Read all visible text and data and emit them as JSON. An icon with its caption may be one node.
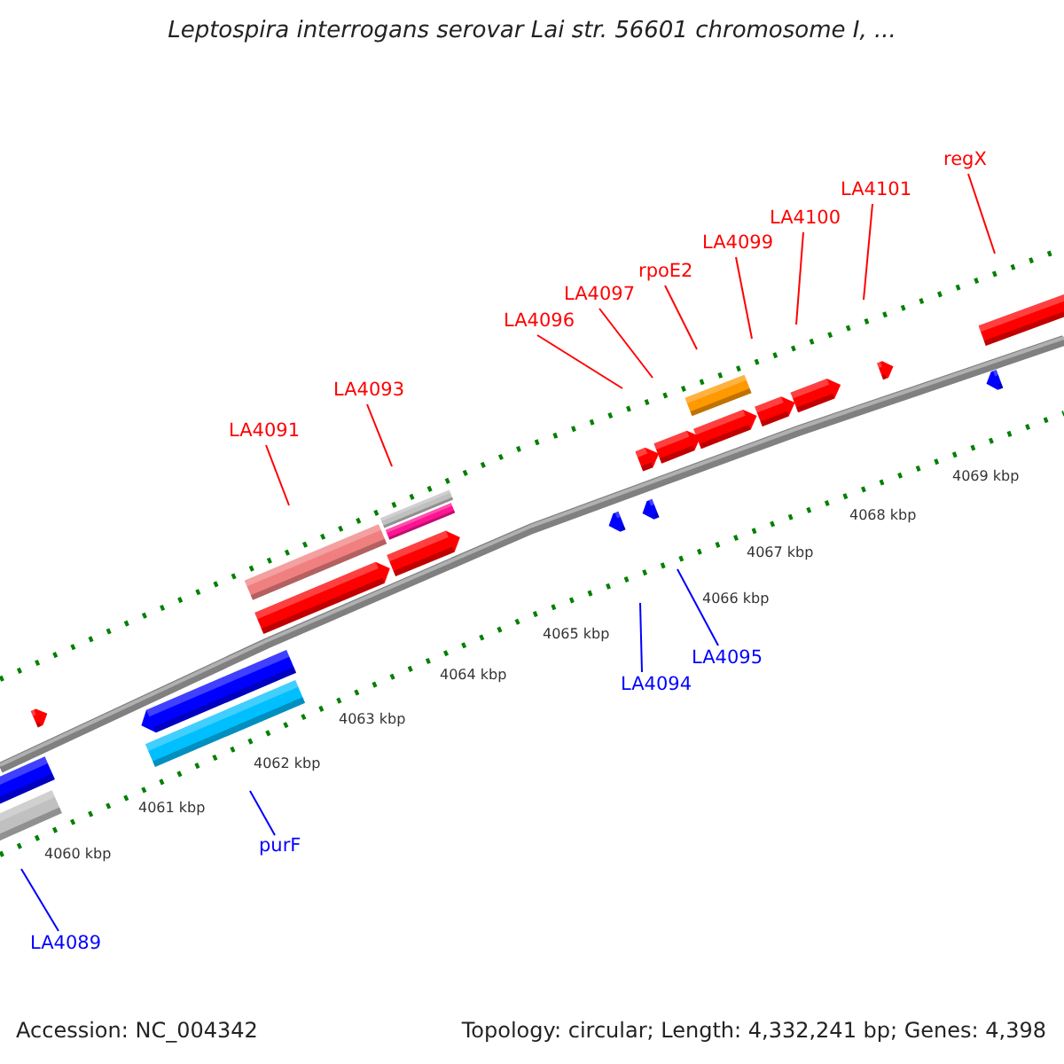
{
  "diagram": {
    "title": "Leptospira interrogans serovar Lai str. 56601 chromosome I, ...",
    "nodes": [
      {
        "text": [
          "regX"
        ]
      },
      {
        "text": [
          "LA4101"
        ]
      },
      {
        "text": [
          "LA4100"
        ]
      },
      {
        "text": [
          "LA4099"
        ]
      },
      {
        "text": [
          "rpoE2"
        ]
      },
      {
        "text": [
          "LA4097"
        ]
      },
      {
        "text": [
          "LA4096"
        ]
      },
      {
        "text": [
          "LA4093"
        ]
      },
      {
        "text": [
          "LA4091"
        ]
      },
      {
        "text": [
          "LA4095"
        ]
      },
      {
        "text": [
          "LA4094"
        ]
      },
      {
        "text": [
          "purF"
        ]
      },
      {
        "text": [
          "LA4089"
        ]
      }
    ],
    "edges": [
      {
        "from": 0,
        "to": null,
        "arrow": "none"
      },
      {
        "from": 1,
        "to": null,
        "arrow": "none"
      },
      {
        "from": 2,
        "to": null,
        "arrow": "none"
      },
      {
        "from": 3,
        "to": null,
        "arrow": "none"
      },
      {
        "from": 4,
        "to": null,
        "arrow": "none"
      },
      {
        "from": 5,
        "to": null,
        "arrow": "none"
      },
      {
        "from": 6,
        "to": null,
        "arrow": "none"
      },
      {
        "from": 7,
        "to": null,
        "arrow": "none"
      },
      {
        "from": 8,
        "to": null,
        "arrow": "none"
      },
      {
        "from": 9,
        "to": null,
        "arrow": "none",
        "color": "#0000ff"
      },
      {
        "from": 10,
        "to": null,
        "arrow": "none",
        "color": "#0000ff"
      },
      {
        "from": 11,
        "to": null,
        "arrow": "none",
        "color": "#0000ff"
      },
      {
        "from": 12,
        "to": null,
        "arrow": "none",
        "color": "#0000ff"
      }
    ],
    "labels": [
      "4069 kbp",
      "4068 kbp",
      "4067 kbp",
      "4066 kbp",
      "4065 kbp",
      "4064 kbp",
      "4063 kbp",
      "4062 kbp",
      "4061 kbp",
      "4060 kbp",
      "Accession: NC_004342",
      "Topology: circular; Length: 4,332,241 bp; Genes: 4,398"
    ]
  }
}
